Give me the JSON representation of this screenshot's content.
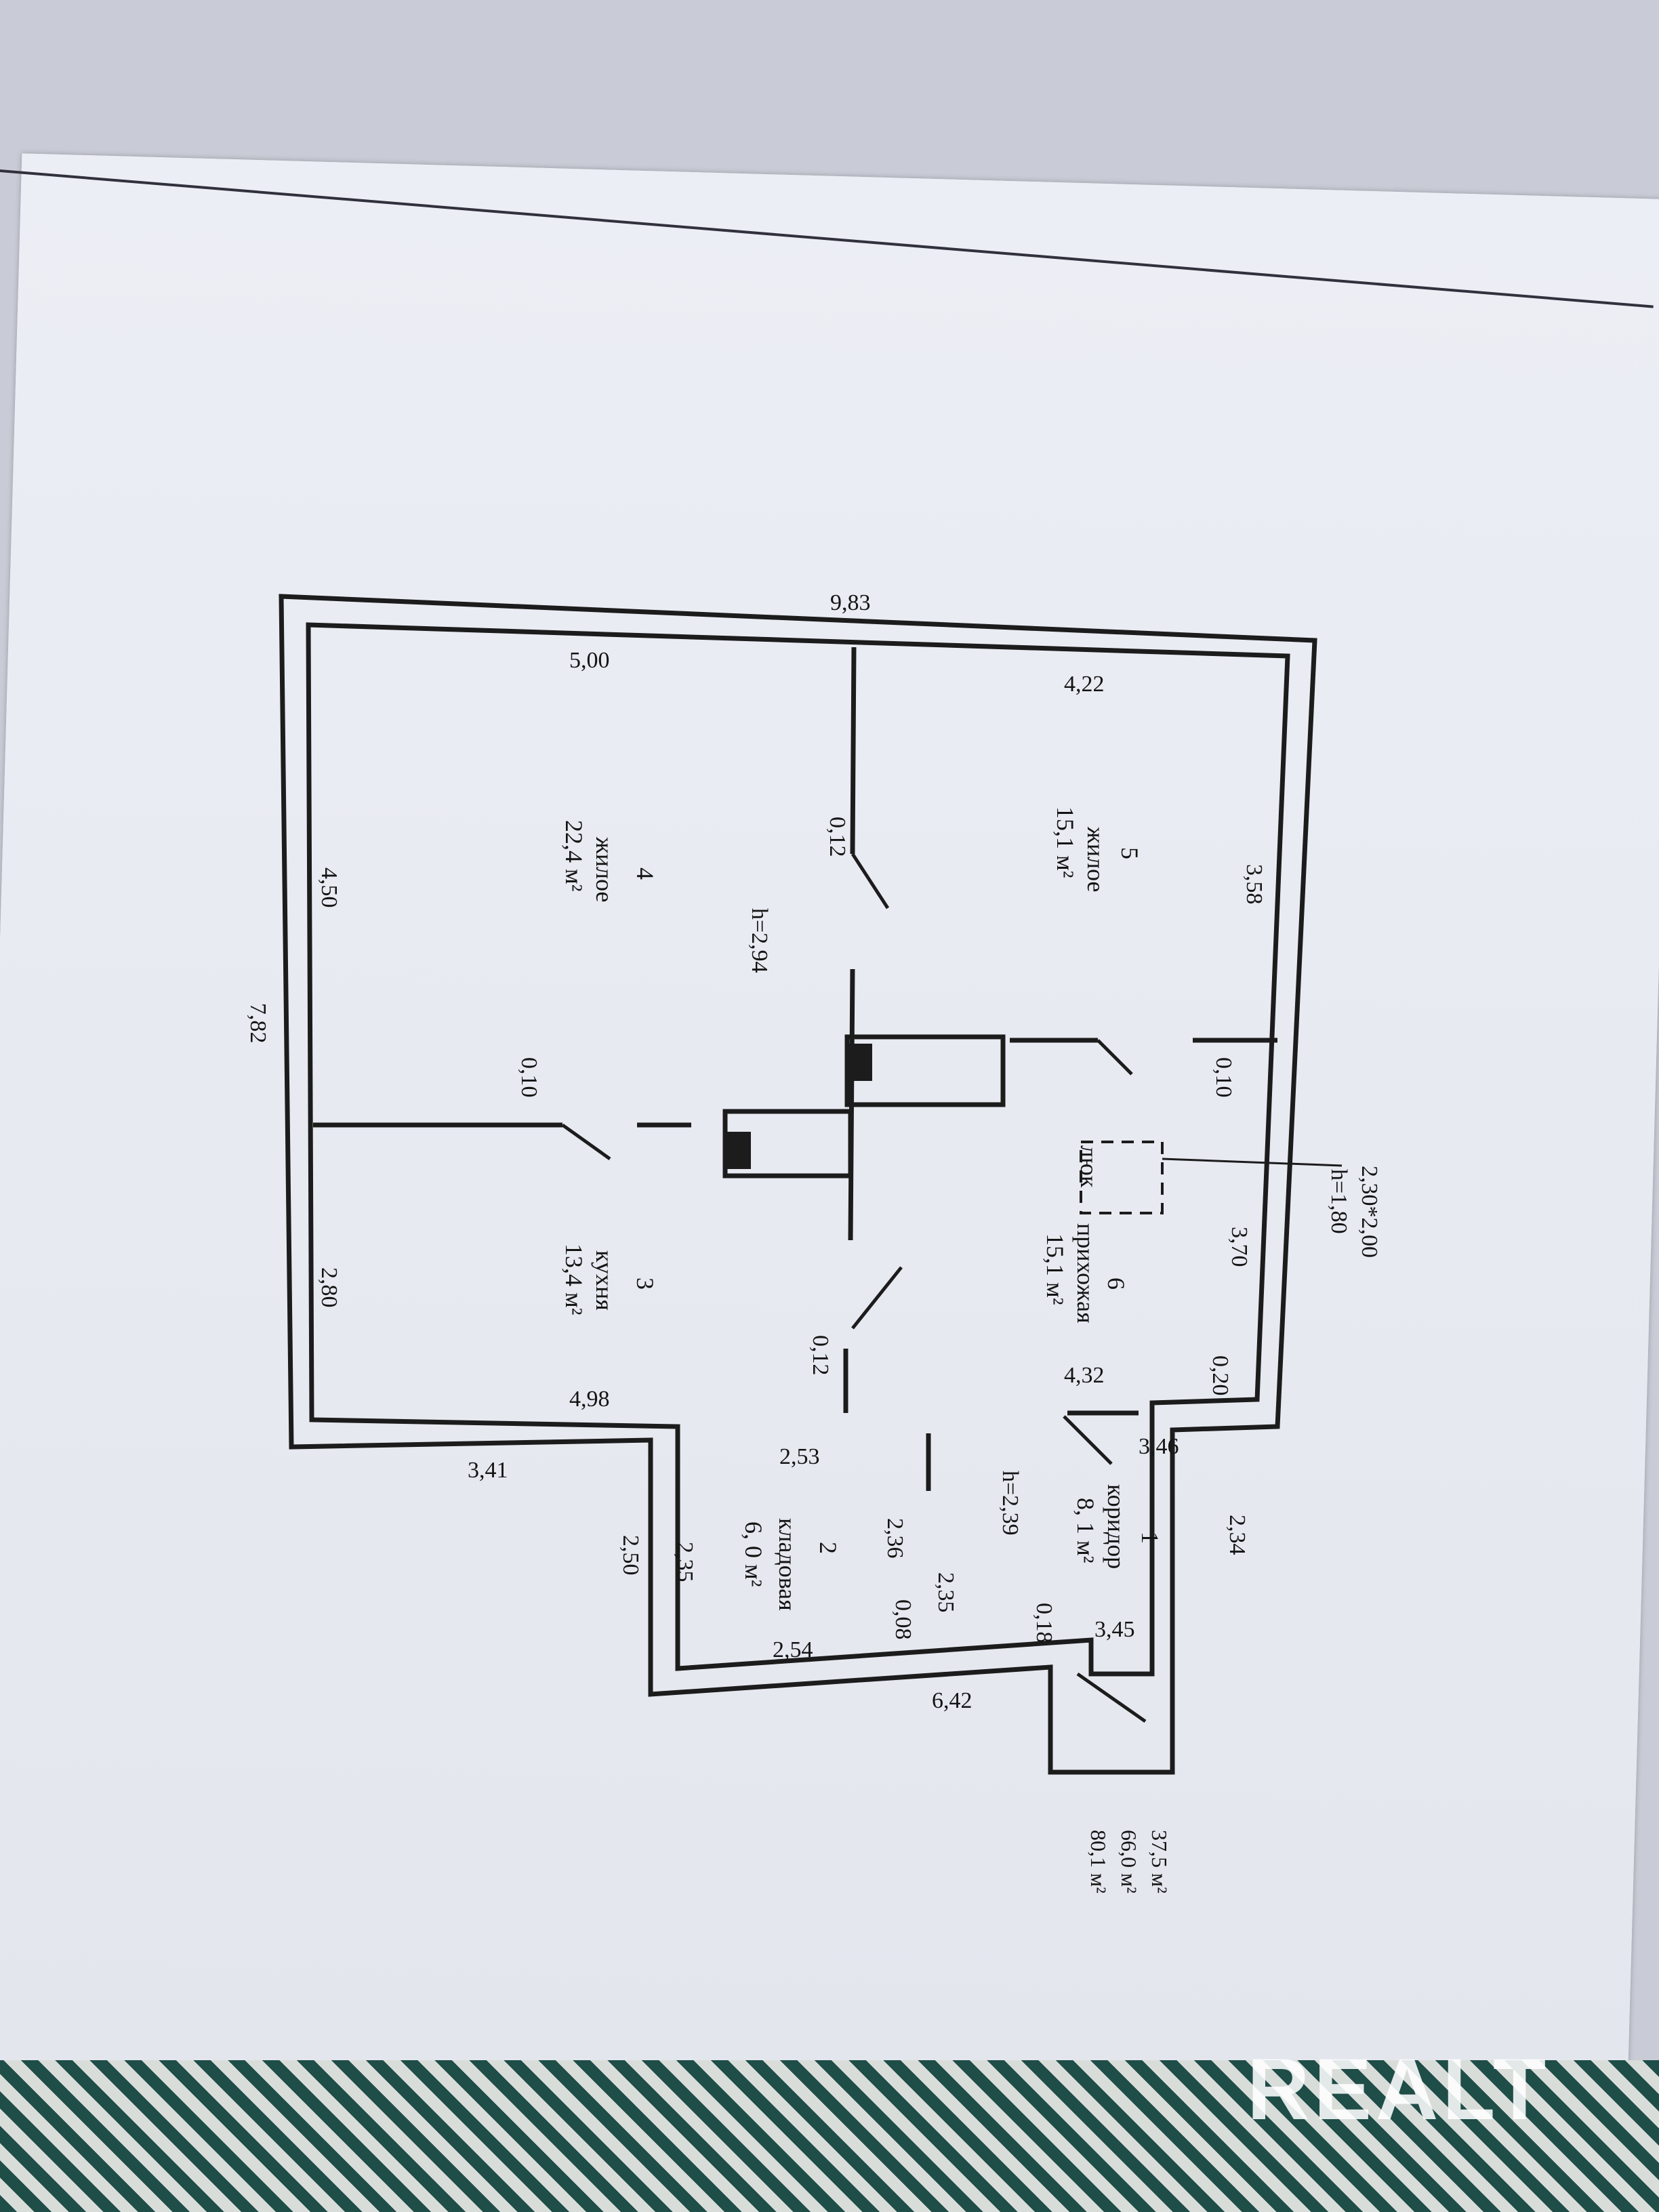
{
  "plan": {
    "overall": {
      "width": "9,83",
      "depth": "7,82",
      "ext_left": "3,41",
      "ext_bottom": "6,42"
    },
    "rooms": [
      {
        "number": "1",
        "name": "коридор",
        "area": "8, 1 м²",
        "height": "h=2,39"
      },
      {
        "number": "2",
        "name": "кладовая",
        "area": "6, 0 м²"
      },
      {
        "number": "3",
        "name": "кухня",
        "area": "13,4 м²"
      },
      {
        "number": "4",
        "name": "жилое",
        "area": "22,4 м²"
      },
      {
        "number": "5",
        "name": "жилое",
        "area": "15,1 м²"
      },
      {
        "number": "6",
        "name": "прихожая",
        "area": "15,1 м²"
      }
    ],
    "main_height": "h=2,94",
    "hatch": {
      "label": "люк",
      "size": "2,30*2,00",
      "height": "h=1,80"
    },
    "dims": {
      "r4_top": "5,00",
      "r4_side": "4,50",
      "r4_wall": "0,12",
      "r4_wall2": "0,10",
      "r5_top": "4,22",
      "r5_side": "3,58",
      "r5_wall": "0,10",
      "r3_side": "2,80",
      "r3_bottom": "4,98",
      "r3_wall": "0,12",
      "r6_side": "3,70",
      "r6_bottom": "4,32",
      "r6_wall": "0,20",
      "r1_top": "3,46",
      "r1_side": "2,34",
      "r1_bottom": "3,45",
      "r1_wall": "0,18",
      "r2_top": "2,53",
      "r2_left_outer": "2,50",
      "r2_left": "2,35",
      "r2_right": "2,36",
      "r2_right2": "2,35",
      "r2_bottom": "2,54",
      "r2_wall": "0,08"
    },
    "totals": [
      "37,5 м²",
      "66,0 м²",
      "80,1 м²"
    ]
  },
  "watermark": "REALT"
}
